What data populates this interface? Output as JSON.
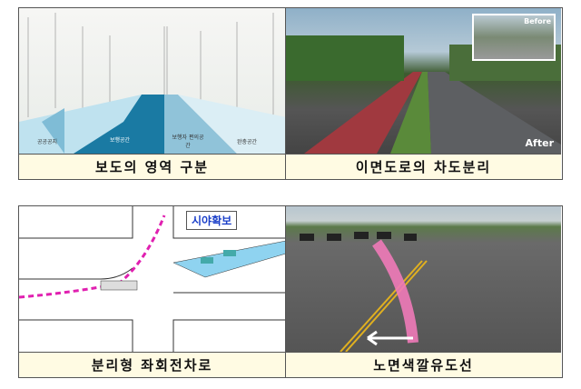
{
  "panels": [
    {
      "caption": "보도의 영역 구분",
      "labels": [
        "공공공지",
        "보행공간",
        "보행자 편의공간",
        "완충공간"
      ]
    },
    {
      "caption": "이면도로의 차도분리",
      "before": "Before",
      "after": "After"
    },
    {
      "caption": "분리형 좌회전차로",
      "callout": "시야확보"
    },
    {
      "caption": "노면색깔유도선"
    }
  ]
}
